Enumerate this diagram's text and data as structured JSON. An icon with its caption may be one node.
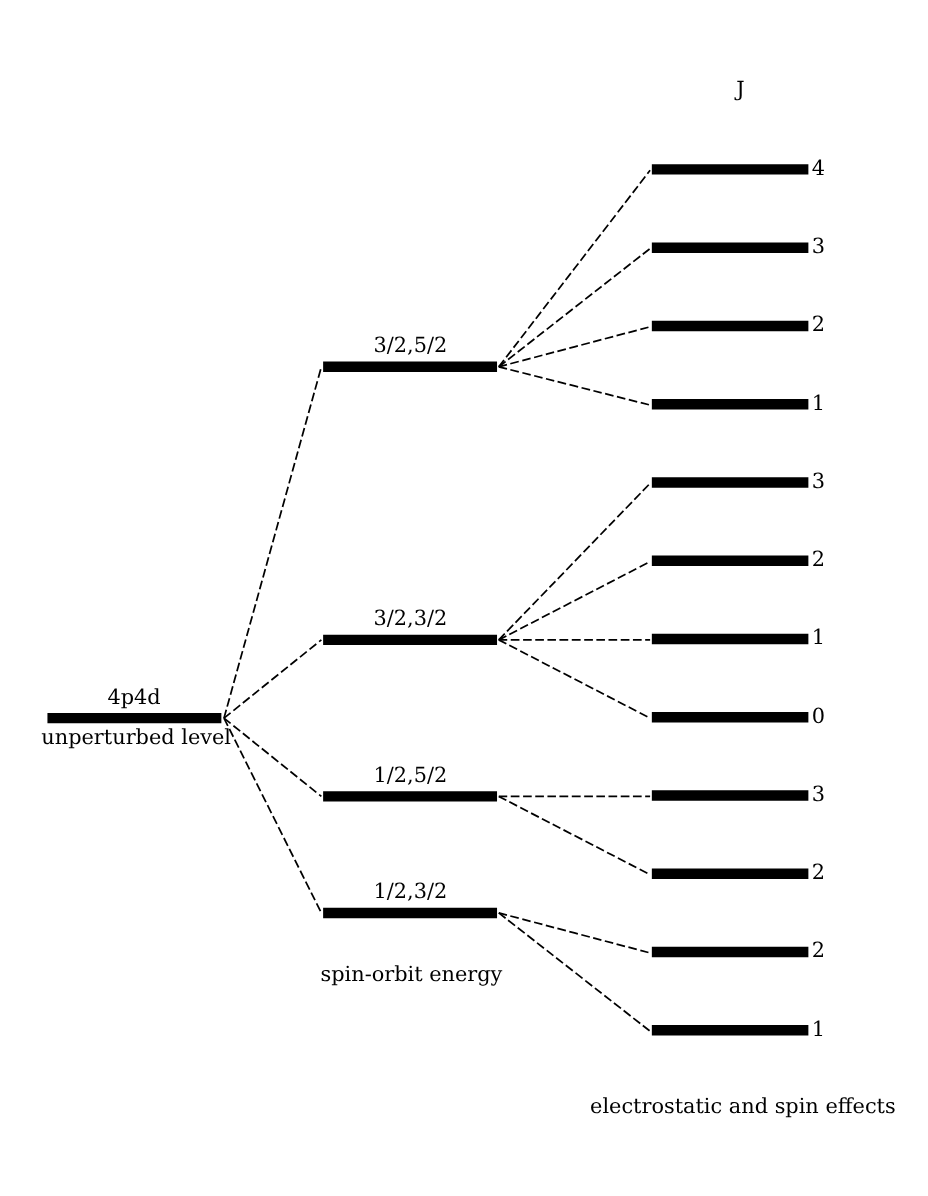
{
  "diagram": {
    "nodes": [
      {
        "text": [
          "4p4d"
        ],
        "beside": [
          "unperturbed level"
        ]
      },
      {
        "text": [
          "3/2,5/2"
        ]
      },
      {
        "text": [
          "3/2,3/2"
        ]
      },
      {
        "text": [
          "1/2,5/2"
        ]
      },
      {
        "text": [
          "1/2,3/2"
        ]
      },
      {
        "text": [
          "4"
        ]
      },
      {
        "text": [
          "3"
        ]
      },
      {
        "text": [
          "2"
        ]
      },
      {
        "text": [
          "1"
        ]
      },
      {
        "text": [
          "3"
        ]
      },
      {
        "text": [
          "2"
        ]
      },
      {
        "text": [
          "1"
        ]
      },
      {
        "text": [
          "0"
        ]
      },
      {
        "text": [
          "3"
        ]
      },
      {
        "text": [
          "2"
        ]
      },
      {
        "text": [
          "2"
        ]
      },
      {
        "text": [
          "1"
        ]
      }
    ],
    "edges": [
      {
        "from": 0,
        "to": 1,
        "arrow": "none",
        "style": "dashed"
      },
      {
        "from": 0,
        "to": 2,
        "arrow": "none",
        "style": "dashed"
      },
      {
        "from": 0,
        "to": 3,
        "arrow": "none",
        "style": "dashed"
      },
      {
        "from": 0,
        "to": 4,
        "arrow": "none",
        "style": "dashed"
      },
      {
        "from": 1,
        "to": 5,
        "arrow": "none",
        "style": "dashed"
      },
      {
        "from": 1,
        "to": 6,
        "arrow": "none",
        "style": "dashed"
      },
      {
        "from": 1,
        "to": 7,
        "arrow": "none",
        "style": "dashed"
      },
      {
        "from": 1,
        "to": 8,
        "arrow": "none",
        "style": "dashed"
      },
      {
        "from": 2,
        "to": 9,
        "arrow": "none",
        "style": "dashed"
      },
      {
        "from": 2,
        "to": 10,
        "arrow": "none",
        "style": "dashed"
      },
      {
        "from": 2,
        "to": 11,
        "arrow": "none",
        "style": "dashed"
      },
      {
        "from": 2,
        "to": 12,
        "arrow": "none",
        "style": "dashed"
      },
      {
        "from": 3,
        "to": 13,
        "arrow": "none",
        "style": "dashed"
      },
      {
        "from": 3,
        "to": 14,
        "arrow": "none",
        "style": "dashed"
      },
      {
        "from": 4,
        "to": 15,
        "arrow": "none",
        "style": "dashed"
      },
      {
        "from": 4,
        "to": 16,
        "arrow": "none",
        "style": "dashed"
      }
    ],
    "labels": [
      "J",
      "spin-orbit energy",
      "electrostatic and spin effects"
    ]
  }
}
